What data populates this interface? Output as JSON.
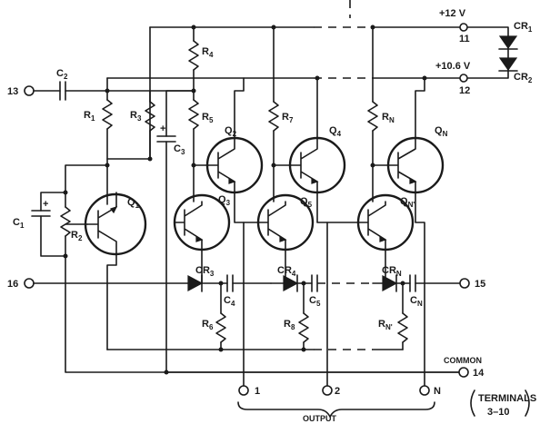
{
  "supply": {
    "v12": "+12 V",
    "v106": "+10.6 V",
    "t11": "11",
    "t12": "12"
  },
  "terminals": {
    "in13": "13",
    "in16": "16",
    "out15": "15",
    "common_label": "COMMON",
    "common_num": "14",
    "out1": "1",
    "out2": "2",
    "outN": "N",
    "output_label": "OUTPUT",
    "note_line1": "TERMINALS",
    "note_line2": "3–10"
  },
  "components": {
    "c2": "C",
    "c2_sub": "2",
    "c1": "C",
    "c1_sub": "1",
    "c3": "C",
    "c3_sub": "3",
    "c4": "C",
    "c4_sub": "4",
    "c5": "C",
    "c5_sub": "5",
    "cn": "C",
    "cn_sub": "N",
    "r1": "R",
    "r1_sub": "1",
    "r2": "R",
    "r2_sub": "2",
    "r3": "R",
    "r3_sub": "3",
    "r4": "R",
    "r4_sub": "4",
    "r5": "R",
    "r5_sub": "5",
    "r6": "R",
    "r6_sub": "6",
    "r7": "R",
    "r7_sub": "7",
    "r8": "R",
    "r8_sub": "8",
    "rn": "R",
    "rn_sub": "N",
    "rnp": "R",
    "rnp_sub": "N'",
    "q1": "Q",
    "q1_sub": "1",
    "q2": "Q",
    "q2_sub": "2",
    "q3": "Q",
    "q3_sub": "3",
    "q4": "Q",
    "q4_sub": "4",
    "q5": "Q",
    "q5_sub": "5",
    "qn": "Q",
    "qn_sub": "N",
    "qnp": "Q",
    "qnp_sub": "N'",
    "cr1": "CR",
    "cr1_sub": "1",
    "cr2": "CR",
    "cr2_sub": "2",
    "cr3": "CR",
    "cr3_sub": "3",
    "cr4": "CR",
    "cr4_sub": "4",
    "crn": "CR",
    "crn_sub": "N"
  }
}
